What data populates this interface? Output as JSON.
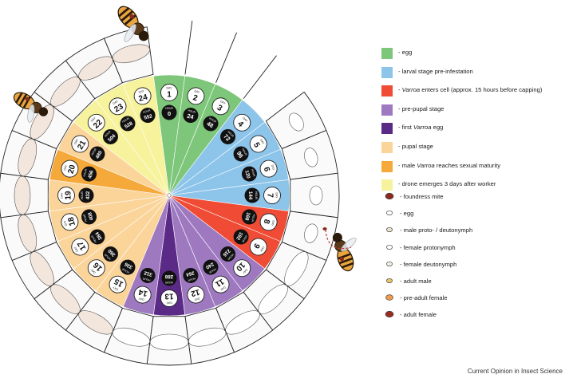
{
  "legend": {
    "items": [
      {
        "label": "- egg",
        "color": "#7dc67a"
      },
      {
        "label": "- larval stage pre-infestation",
        "color": "#8cc4ea"
      },
      {
        "label_prefix": "- ",
        "label_italic": "Varroa",
        "label_suffix": " enters cell (approx. 15 hours before capping)",
        "color": "#ef4b35"
      },
      {
        "label": "- pre-pupal stage",
        "color": "#9e79c0"
      },
      {
        "label_prefix": "- first ",
        "label_italic": "Varroa",
        "label_suffix": " egg",
        "color": "#5b2a86"
      },
      {
        "label": "- pupal stage",
        "color": "#fbd49a"
      },
      {
        "label_prefix": "- male ",
        "label_italic": "Varroa",
        "label_suffix": " reaches sexual maturity",
        "color": "#f5a93b"
      },
      {
        "label": "- drone emerges 3 days after worker",
        "color": "#f7f29c"
      }
    ]
  },
  "mite_legend": {
    "items": [
      {
        "label": "- foundress mite",
        "icon": "foundress-mite-icon",
        "color": "#8a2a1e"
      },
      {
        "label": "- egg",
        "icon": "mite-egg-icon",
        "color": "#ffffff"
      },
      {
        "label": "- male proto- / deutonymph",
        "icon": "male-nymph-icon",
        "color": "#e8e0c8"
      },
      {
        "label": "- female protonymph",
        "icon": "female-protonymph-icon",
        "color": "#ffffff"
      },
      {
        "label": "- female deutonymph",
        "icon": "female-deutonymph-icon",
        "color": "#f2ece0"
      },
      {
        "label": "- adult male",
        "icon": "adult-male-icon",
        "color": "#e8c46a"
      },
      {
        "label": "- pre-adult female",
        "icon": "pre-adult-female-icon",
        "color": "#f29a4a"
      },
      {
        "label": "- adult female",
        "icon": "adult-female-icon",
        "color": "#9a2b22"
      }
    ]
  },
  "wheel": {
    "day_label": "DAY",
    "hour_label": "HOUR",
    "days": [
      {
        "day": "1",
        "hour": "0",
        "color": "#7dc67a"
      },
      {
        "day": "2",
        "hour": "24",
        "color": "#7dc67a"
      },
      {
        "day": "3",
        "hour": "48",
        "color": "#7dc67a"
      },
      {
        "day": "4",
        "hour": "72",
        "color": "#8cc4ea"
      },
      {
        "day": "5",
        "hour": "96",
        "color": "#8cc4ea"
      },
      {
        "day": "6",
        "hour": "120",
        "color": "#8cc4ea"
      },
      {
        "day": "7",
        "hour": "144",
        "color": "#8cc4ea"
      },
      {
        "day": "8",
        "hour": "168",
        "color": "#ef4b35"
      },
      {
        "day": "9",
        "hour": "192",
        "color": "#ef4b35"
      },
      {
        "day": "10",
        "hour": "216",
        "color": "#9e79c0"
      },
      {
        "day": "11",
        "hour": "240",
        "color": "#9e79c0"
      },
      {
        "day": "12",
        "hour": "264",
        "color": "#9e79c0"
      },
      {
        "day": "13",
        "hour": "288",
        "color": "#5b2a86"
      },
      {
        "day": "14",
        "hour": "312",
        "color": "#9e79c0"
      },
      {
        "day": "15",
        "hour": "336",
        "color": "#fbd49a"
      },
      {
        "day": "16",
        "hour": "360",
        "color": "#fbd49a"
      },
      {
        "day": "17",
        "hour": "384",
        "color": "#fbd49a"
      },
      {
        "day": "18",
        "hour": "408",
        "color": "#fbd49a"
      },
      {
        "day": "19",
        "hour": "432",
        "color": "#fbd49a"
      },
      {
        "day": "20",
        "hour": "456",
        "color": "#f5a93b"
      },
      {
        "day": "21",
        "hour": "480",
        "color": "#fbd49a"
      },
      {
        "day": "22",
        "hour": "504",
        "color": "#f7f29c"
      },
      {
        "day": "23",
        "hour": "528",
        "color": "#f7f29c"
      },
      {
        "day": "24",
        "hour": "552",
        "color": "#f7f29c"
      }
    ]
  },
  "footer": "Current Opinion in Insect Science"
}
